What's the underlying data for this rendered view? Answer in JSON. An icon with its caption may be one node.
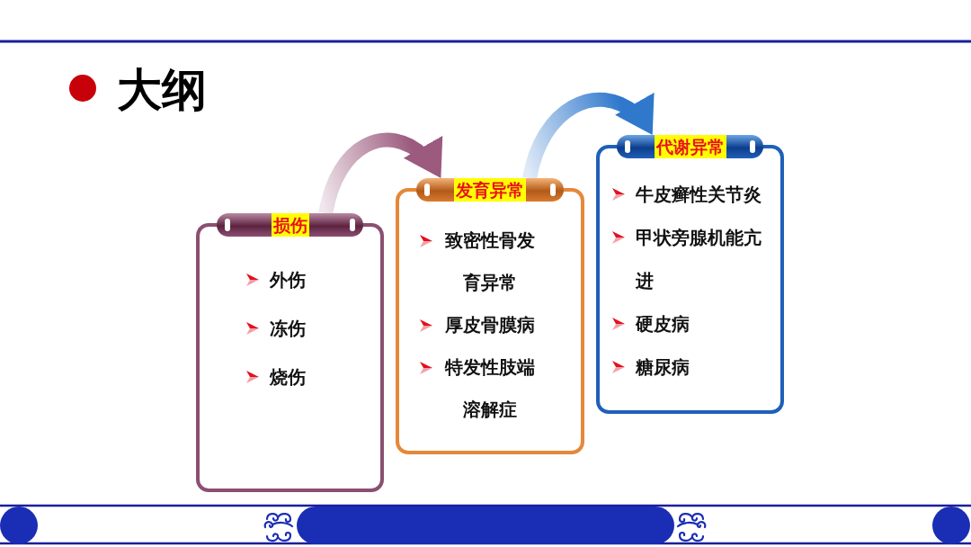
{
  "diagram": {
    "title": "大纲",
    "nodes": [
      {
        "text": [
          "损伤",
          "外伤",
          "冻伤",
          "烧伤"
        ]
      },
      {
        "text": [
          "发育异常",
          "致密性骨发育异常",
          "厚皮骨膜病",
          "特发性肢端溶解症"
        ]
      },
      {
        "text": [
          "代谢异常",
          "牛皮癣性关节炎",
          "甲状旁腺机能亢进",
          "硬皮病",
          "糖尿病"
        ]
      }
    ],
    "edges": [
      {
        "from": 0,
        "to": 1,
        "arrow": "to",
        "color": "#9b5a7e"
      },
      {
        "from": 1,
        "to": 2,
        "arrow": "to",
        "color": "#2f78cc"
      }
    ]
  }
}
